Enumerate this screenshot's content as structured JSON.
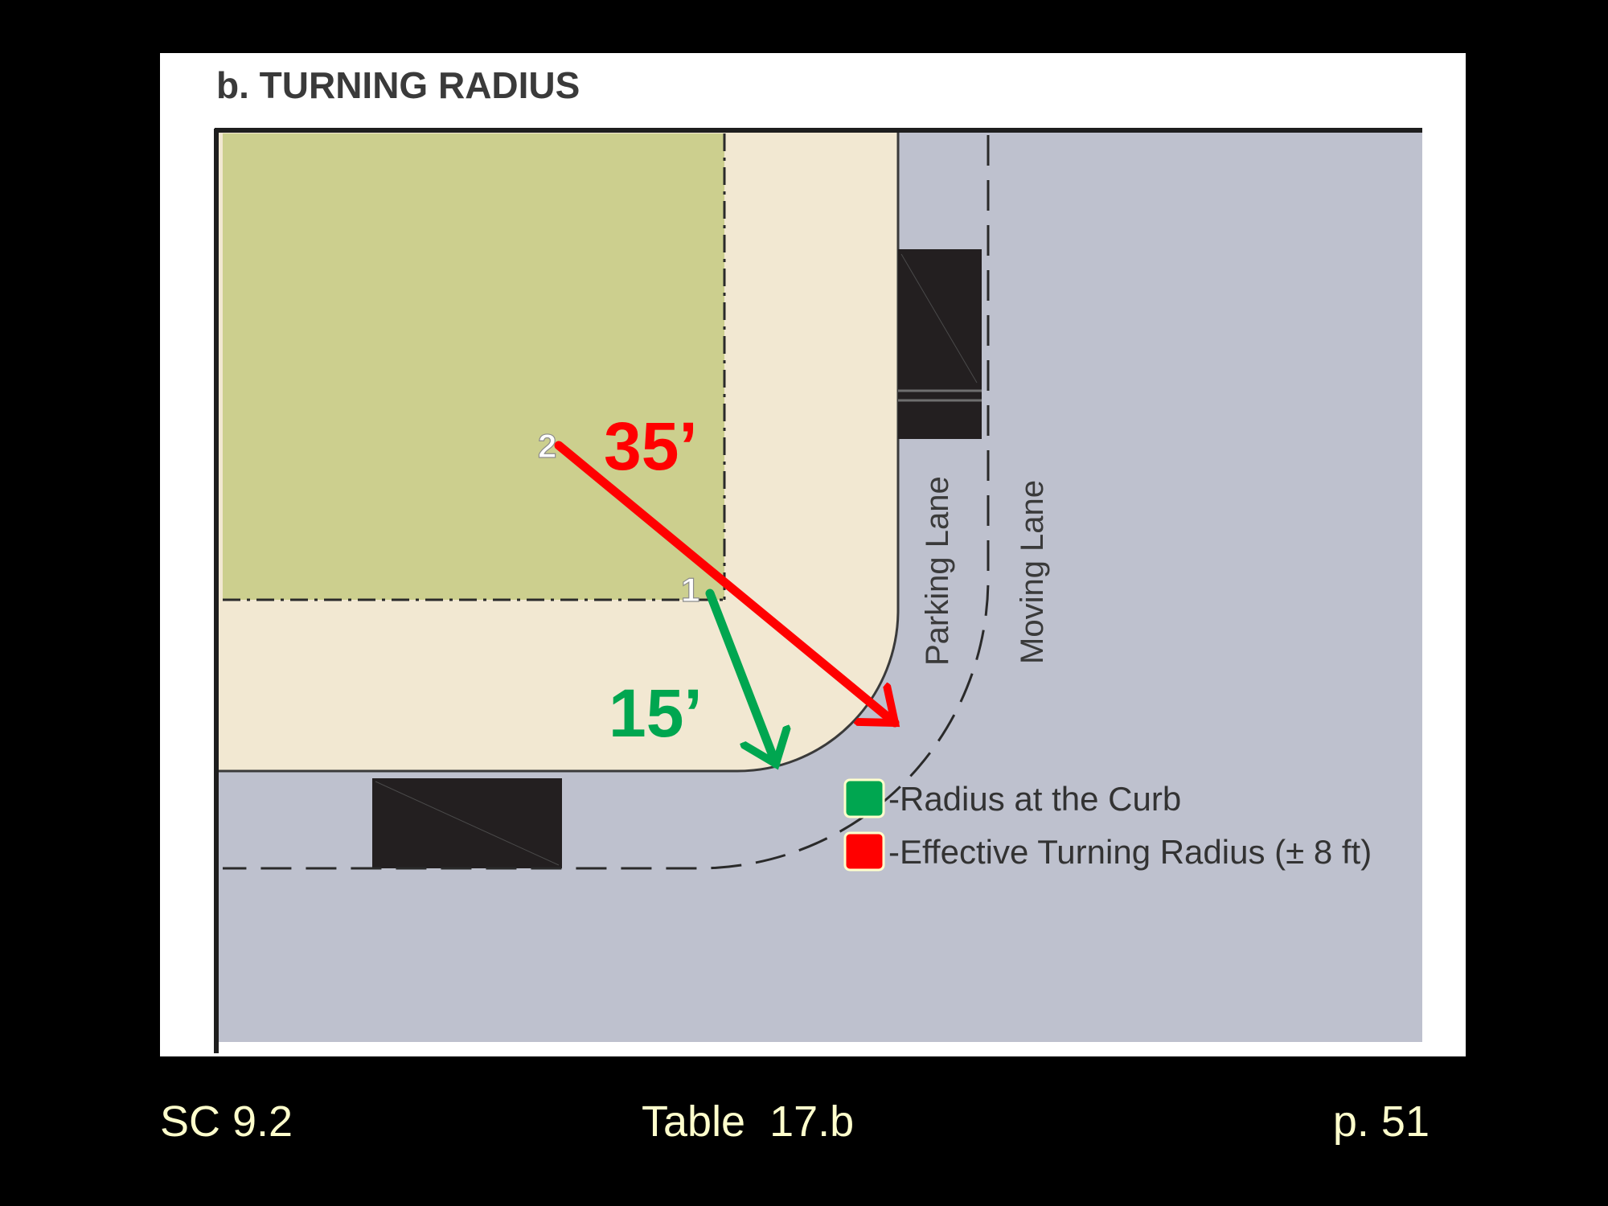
{
  "diagram": {
    "title": "b. TURNING RADIUS",
    "point_labels": {
      "one": "1",
      "two": "2"
    },
    "lane_labels": {
      "parking": "Parking Lane",
      "moving": "Moving Lane"
    },
    "measurements": {
      "curb_radius": {
        "label": "15’",
        "color": "#00a650"
      },
      "effective_radius": {
        "label": "35’",
        "color": "#ff0000"
      }
    },
    "legend": [
      {
        "text": "-Radius at the Curb",
        "color": "#00a650"
      },
      {
        "text": "-Effective Turning Radius (± 8 ft)",
        "color": "#ff0000"
      }
    ],
    "colors": {
      "lot": "#cccf8e",
      "sidewalk": "#f2e8d2",
      "street": "#bec1ce",
      "car": "#231f20",
      "frame": "#ffffff"
    }
  },
  "footer": {
    "left": "SC 9.2",
    "center": "Table  17.b",
    "right": "p. 51"
  }
}
